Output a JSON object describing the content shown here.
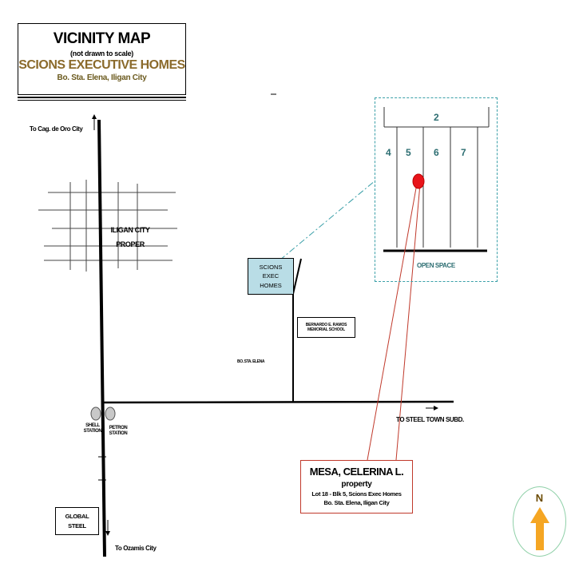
{
  "title": {
    "main": "VICINITY MAP",
    "note": "(not drawn to scale)",
    "project": "SCIONS EXECUTIVE HOMES",
    "address": "Bo. Sta. Elena, Iligan City"
  },
  "labels": {
    "to_cagayan": "To Cag. de Oro City",
    "iligan_line1": "ILIGAN CITY",
    "iligan_line2": "PROPER",
    "scions_line1": "SCIONS",
    "scions_line2": "EXEC",
    "scions_line3": "HOMES",
    "school_line1": "BERNARDO E. RAMOS",
    "school_line2": "MEMORIAL SCHOOL",
    "bo_sta_elena": "BO. STA. ELENA",
    "to_steeltown": "TO STEEL TOWN SUBD.",
    "shell_line1": "SHELL",
    "shell_line2": "STATION",
    "petron_line1": "PETRON",
    "petron_line2": "STATION",
    "global_line1": "GLOBAL",
    "global_line2": "STEEL",
    "to_ozamis": "To Ozamis City"
  },
  "inset": {
    "top_lot": "2",
    "lots": [
      "4",
      "5",
      "6",
      "7"
    ],
    "open_space": "OPEN SPACE"
  },
  "owner": {
    "name": "MESA, CELERINA L.",
    "subtitle": "property",
    "lot": "Lot 18 - Blk 5,  Scions Exec Homes",
    "address": "Bo. Sta. Elena, Iligan City"
  },
  "north": {
    "letter": "N"
  },
  "colors": {
    "leader_red": "#c0392b",
    "marker_red": "#e8141a",
    "inset_teal": "#3a9fa8",
    "scions_fill": "#b9dde6",
    "north_arrow": "#f5a623",
    "north_ring": "#8fd0a8"
  }
}
